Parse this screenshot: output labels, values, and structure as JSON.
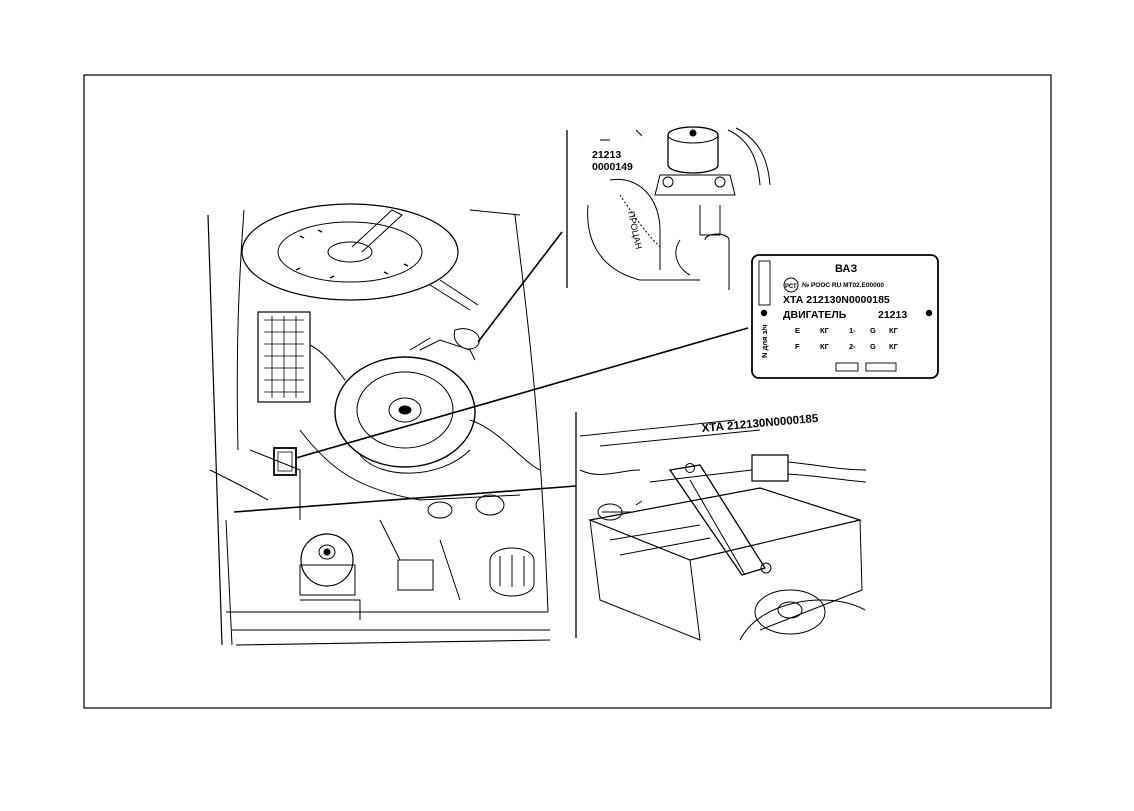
{
  "engine_number_stamp": {
    "line1": "21213",
    "line2": "0000149"
  },
  "pump_casting_text": "ПРОЦАН",
  "plate": {
    "maker": "ВАЗ",
    "cert_mark": "РСТ",
    "cert_number": "№ РООС RU МТ02.Е00000",
    "vin": "ХТА 212130N0000185",
    "engine_label": "ДВИГАТЕЛЬ",
    "engine_model": "21213",
    "side_label": "N для з/ч",
    "row1": [
      "Е",
      "КГ",
      "1-",
      "G",
      "КГ"
    ],
    "row2": [
      "F",
      "КГ",
      "2-",
      "G",
      "КГ"
    ]
  },
  "body_vin_stamp": "ХТА 212130N0000185"
}
